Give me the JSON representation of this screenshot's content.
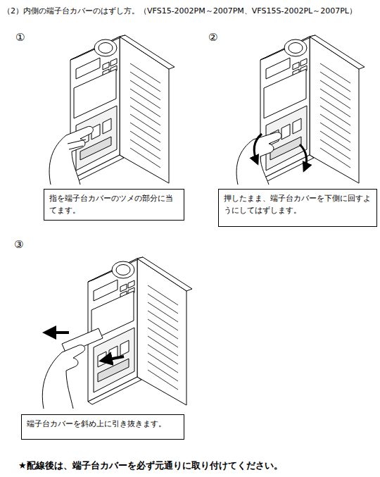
{
  "diagram": {
    "title": "（2）内側の端子台カバーのはずし方。（VFS15-2002PM～2007PM、VFS15S-2002PL～2007PL）",
    "nodes": [
      {
        "text": [
          "指を端子台カバーのツメの部分に当てます。"
        ]
      },
      {
        "text": [
          "押したまま、端子台カバーを下側に回すようにしてはずします。"
        ]
      },
      {
        "text": [
          "端子台カバーを斜め上に引き抜きます。"
        ]
      }
    ],
    "labels": [
      "①",
      "②",
      "③",
      "★配線後は、端子台カバーを必ず元通りに取り付けてください。"
    ]
  }
}
